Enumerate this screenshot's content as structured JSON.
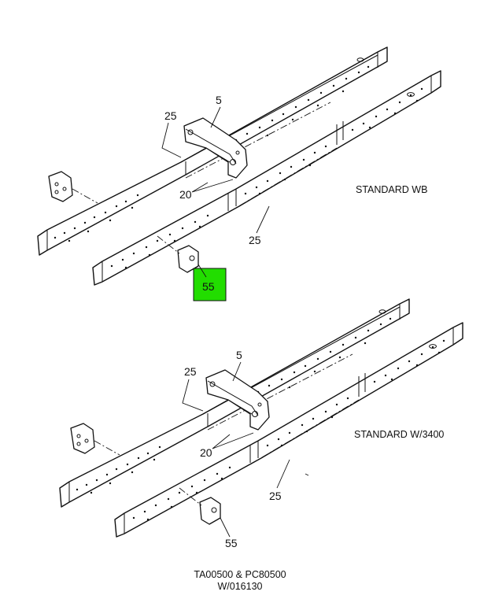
{
  "top_assembly": {
    "callouts": {
      "bracket": "5",
      "rail_left": "25",
      "liner": "20",
      "rail_right": "25",
      "clip": "55"
    },
    "caption": "STANDARD WB",
    "highlight_color": "#22dd00"
  },
  "bottom_assembly": {
    "callouts": {
      "bracket": "5",
      "rail_left": "25",
      "liner": "20",
      "rail_right": "25",
      "clip": "55"
    },
    "caption": "STANDARD W/3400"
  },
  "footer": {
    "line1": "TA00500 & PC80500",
    "line2": "W/016130"
  }
}
